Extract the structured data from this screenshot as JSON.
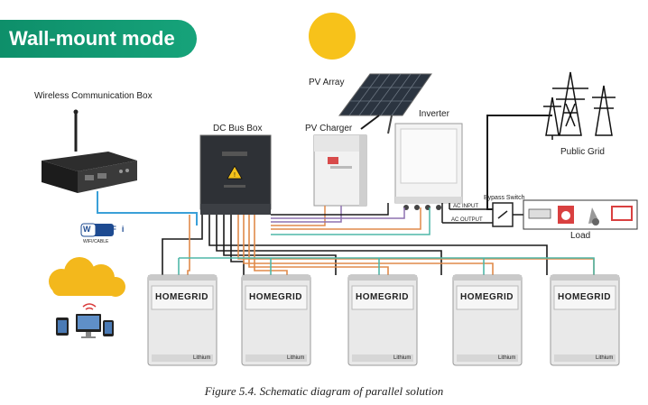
{
  "mode_title": "Wall-mount mode",
  "labels": {
    "wireless_box": "Wireless Communication Box",
    "dc_bus_box": "DC Bus Box",
    "pv_array": "PV Array",
    "pv_charger": "PV Charger",
    "inverter": "Inverter",
    "public_grid": "Public Grid",
    "bypass_switch": "Bypass Switch",
    "ac_input": "AC INPUT",
    "ac_output": "AC OUTPUT",
    "load": "Load",
    "wifi": "Wi Fi",
    "wifi_cable": "WIFI/CABLE"
  },
  "battery_brand": "HOMEGRID",
  "battery_sub": "Lithium",
  "batteries": [
    {
      "brand": "HOMEGRID",
      "sub": "Lithium"
    },
    {
      "brand": "HOMEGRID",
      "sub": "Lithium"
    },
    {
      "brand": "HOMEGRID",
      "sub": "Lithium"
    },
    {
      "brand": "HOMEGRID",
      "sub": "Lithium"
    },
    {
      "brand": "HOMEGRID",
      "sub": "Lithium"
    }
  ],
  "caption": "Figure 5.4. Schematic diagram of parallel solution",
  "colors": {
    "accent": "#12996f",
    "sun": "#f7c21a",
    "cable_black": "#1a1a1a",
    "cable_teal": "#4fb7a8",
    "cable_orange": "#e08a4a",
    "cable_purple": "#8d72b0",
    "cable_blue": "#3aa0d8"
  }
}
